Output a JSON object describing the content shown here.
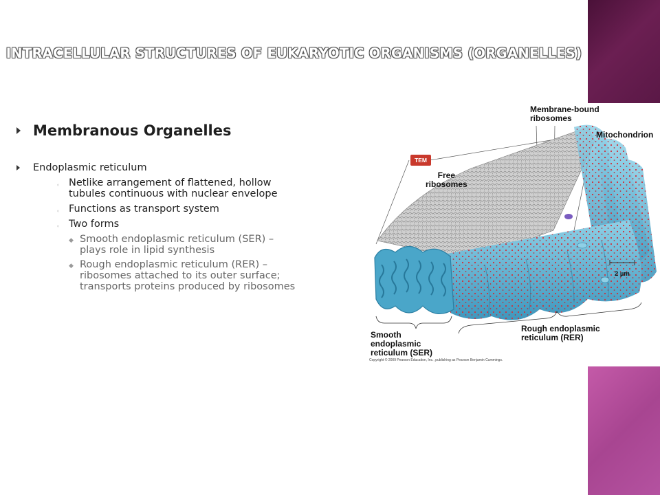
{
  "slide": {
    "title": "INTRACELLULAR STRUCTURES OF EUKARYOTIC ORGANISMS (ORGANELLES)",
    "colors": {
      "bar_top": "#5a1846",
      "bar_bottom": "#b452a0",
      "er_blue": "#5fb3d0",
      "ribosome_red": "#d0303a"
    }
  },
  "content": {
    "heading": "Membranous Organelles",
    "topic": "Endoplasmic reticulum",
    "bullets": [
      "Netlike arrangement of flattened, hollow tubules continuous with nuclear envelope",
      "Functions as transport system",
      "Two forms"
    ],
    "forms": [
      "Smooth endoplasmic reticulum (SER) – plays role in lipid synthesis",
      "Rough endoplasmic reticulum (RER) – ribosomes attached to its outer surface; transports proteins produced by ribosomes"
    ]
  },
  "figure": {
    "labels": {
      "membrane_bound_1": "Membrane-bound",
      "membrane_bound_2": "ribosomes",
      "mitochondrion": "Mitochondrion",
      "tem": "TEM",
      "free_1": "Free",
      "free_2": "ribosomes",
      "scale": "2 µm",
      "rer_1": "Rough endoplasmic",
      "rer_2": "reticulum (RER)",
      "ser_1": "Smooth",
      "ser_2": "endoplasmic",
      "ser_3": "reticulum (SER)"
    },
    "copyright": "Copyright © 2009 Pearson Education, Inc., publishing as Pearson Benjamin Cummings."
  }
}
